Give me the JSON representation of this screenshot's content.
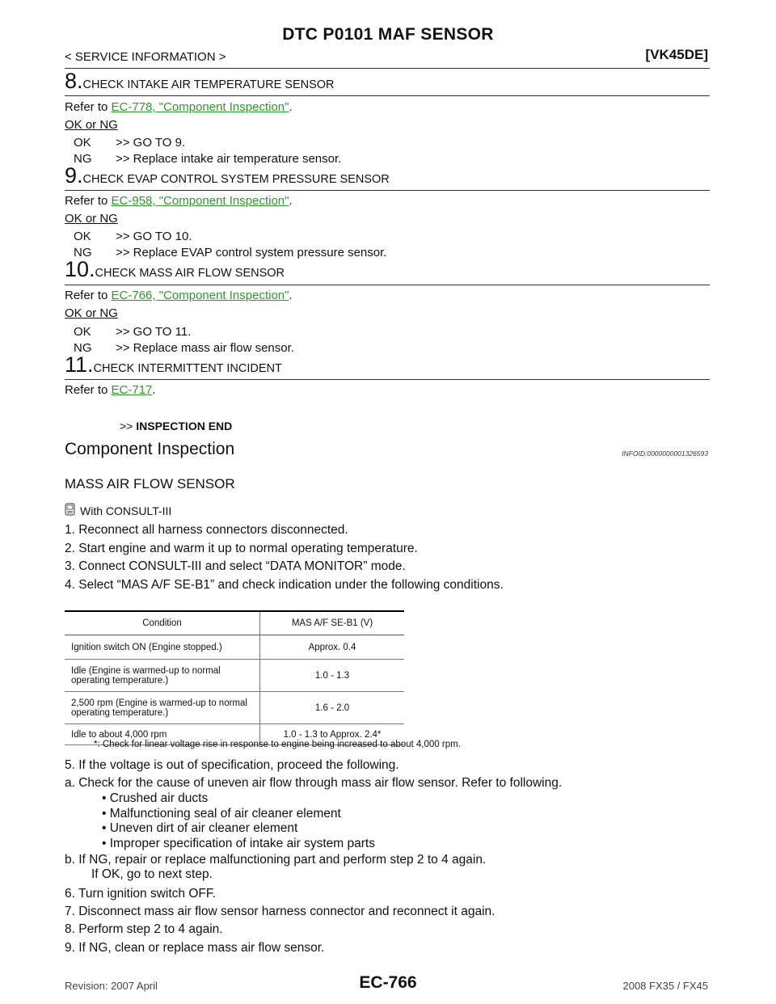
{
  "header": {
    "title": "DTC P0101 MAF SENSOR",
    "service_info": "< SERVICE INFORMATION >",
    "model": "[VK45DE]"
  },
  "steps": [
    {
      "num": "8.",
      "title": "CHECK INTAKE AIR TEMPERATURE SENSOR",
      "refer_prefix": "Refer to ",
      "link": "EC-778, \"Component Inspection\"",
      "refer_suffix": ".",
      "okng": "OK or NG",
      "ok_key": "OK",
      "ok_val": ">> GO TO 9.",
      "ng_key": "NG",
      "ng_val": ">> Replace intake air temperature sensor."
    },
    {
      "num": "9.",
      "title": "CHECK EVAP CONTROL SYSTEM PRESSURE SENSOR",
      "refer_prefix": "Refer to ",
      "link": "EC-958, \"Component Inspection\"",
      "refer_suffix": ".",
      "okng": "OK or NG",
      "ok_key": "OK",
      "ok_val": ">> GO TO 10.",
      "ng_key": "NG",
      "ng_val": ">> Replace EVAP control system pressure sensor."
    },
    {
      "num": "10.",
      "title": "CHECK MASS AIR FLOW SENSOR",
      "refer_prefix": "Refer to ",
      "link": "EC-766, \"Component Inspection\"",
      "refer_suffix": ".",
      "okng": "OK or NG",
      "ok_key": "OK",
      "ok_val": ">> GO TO 11.",
      "ng_key": "NG",
      "ng_val": ">> Replace mass air flow sensor."
    },
    {
      "num": "11.",
      "title": "CHECK INTERMITTENT INCIDENT",
      "refer_prefix": "Refer to ",
      "link": "EC-717",
      "refer_suffix": ".",
      "end_prefix": ">>",
      "end_text": "INSPECTION END"
    }
  ],
  "component": {
    "heading": "Component Inspection",
    "info_id": "INFOID:0000000001326593",
    "sub_heading": "MASS AIR FLOW SENSOR",
    "consult_icon": "consult-tool-icon",
    "consult_label": "With CONSULT-III",
    "items": [
      "1.  Reconnect all harness connectors disconnected.",
      "2.  Start engine and warm it up to normal operating temperature.",
      "3.  Connect CONSULT-III and select “DATA MONITOR” mode.",
      "4.  Select “MAS A/F SE-B1” and check indication under the following conditions."
    ],
    "table": {
      "headers": [
        "Condition",
        "MAS A/F SE-B1 (V)"
      ],
      "rows": [
        [
          "Ignition switch ON (Engine stopped.)",
          "Approx. 0.4"
        ],
        [
          "Idle (Engine is warmed-up to normal operating temperature.)",
          "1.0 - 1.3"
        ],
        [
          "2,500 rpm (Engine is warmed-up to normal operating temperature.)",
          "1.6 - 2.0"
        ],
        [
          "Idle to about 4,000 rpm",
          "1.0 - 1.3 to Approx. 2.4*"
        ]
      ]
    },
    "note": "*: Check for linear voltage rise in response to engine being increased to about 4,000 rpm.",
    "item5": "5.  If the voltage is out of specification, proceed the following.",
    "item_a": "a.  Check for the cause of uneven air flow through mass air flow sensor. Refer to following.",
    "bullets": [
      "•  Crushed air ducts",
      "•  Malfunctioning seal of air cleaner element",
      "•  Uneven dirt of air cleaner element",
      "•  Improper specification of intake air system parts"
    ],
    "item_b": "b.  If NG, repair or replace malfunctioning part and perform step 2 to 4 again.",
    "item_b2": "If OK, go to next step.",
    "item6": "6.  Turn ignition switch OFF.",
    "item7": "7.  Disconnect mass air flow sensor harness connector and reconnect it again.",
    "item8": "8.  Perform step 2 to 4 again.",
    "item9": "9.  If NG, clean or replace mass air flow sensor."
  },
  "footer": {
    "revision": "Revision: 2007 April",
    "page": "EC-766",
    "model_year": "2008 FX35 / FX45"
  },
  "colors": {
    "link": "#2a9a2a"
  }
}
